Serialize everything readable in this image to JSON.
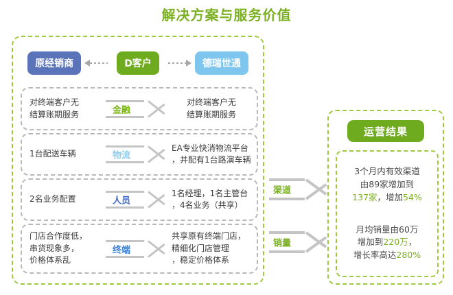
{
  "page": {
    "title": "解决方案与服务价值"
  },
  "left_panel": {
    "flow": {
      "boxes": [
        {
          "label": "原经销商",
          "color": "#5b73b8"
        },
        {
          "label": "D客户",
          "color": "#6fab1f"
        },
        {
          "label": "德瑞世通",
          "color": "#7fc6ee"
        }
      ],
      "arrow_left": "dotted-arrow-left-icon",
      "arrow_right": "dotted-arrow-right-icon"
    },
    "rows": [
      {
        "left": "对终端客户无\n结算账期服务",
        "tag": "金融",
        "tag_color": "#7ab317",
        "right": "对终端客户无\n结算账期服务"
      },
      {
        "left": "1台配送车辆",
        "tag": "物流",
        "tag_color": "#8ecdf0",
        "right": "EA专业快消物流平台\n，并配有1台路演车辆"
      },
      {
        "left": "2名业务配置",
        "tag": "人员",
        "tag_color": "#4169c8",
        "right": "1名经理，1名主管台\n，4名业务（共享）"
      },
      {
        "left": "门店合作度低，\n串货现象多，\n价格体系乱",
        "tag": "终端",
        "tag_color": "#3a7fd5",
        "right": "共享原有终端门店，\n精细化门店管理\n，稳定价格体系"
      }
    ]
  },
  "middle_arrows": [
    {
      "label": "渠道",
      "color": "#7cb023"
    },
    {
      "label": "销量",
      "color": "#7cb023"
    }
  ],
  "right_panel": {
    "header": "运营结果",
    "header_color": "#6fab1f",
    "results": [
      {
        "line1": "3个月内有效渠道",
        "line2": "由89家增加到",
        "line3_a": "137家",
        "line3_b": "，增加",
        "line3_c": "54%",
        "highlight_color": "#7cb023"
      },
      {
        "line1": "月均销量由60万",
        "line2_a": "增加到",
        "line2_b": "220万",
        "line2_c": "，",
        "line3_a": "增长率高达",
        "line3_b": "280%",
        "highlight_color": "#7cb023"
      }
    ]
  }
}
